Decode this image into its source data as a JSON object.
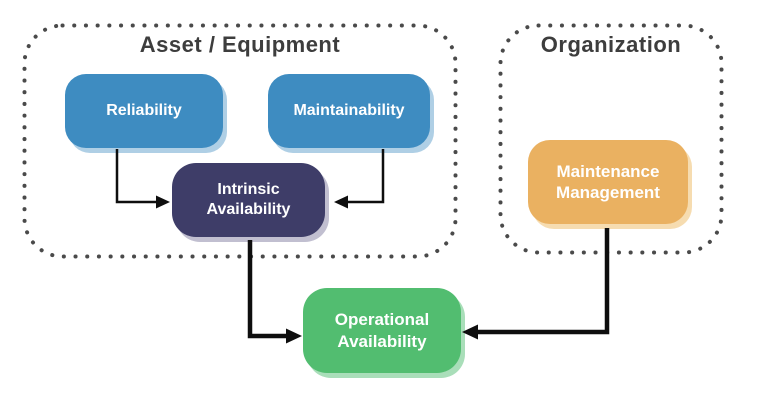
{
  "diagram": {
    "groups": [
      {
        "id": "asset-equipment",
        "title": "Asset / Equipment",
        "nodes": [
          "Reliability",
          "Maintainability",
          "Intrinsic Availability"
        ]
      },
      {
        "id": "organization",
        "title": "Organization",
        "nodes": [
          "Maintenance Management"
        ]
      }
    ],
    "nodes": {
      "reliability": {
        "label": "Reliability",
        "color": "#3E8CC1",
        "text_color": "#FFFFFF"
      },
      "maintainability": {
        "label": "Maintainability",
        "color": "#3E8CC1",
        "text_color": "#FFFFFF"
      },
      "intrinsic_availability": {
        "label": "Intrinsic Availability",
        "color": "#3E3D68",
        "text_color": "#FFFFFF"
      },
      "maintenance_management": {
        "label": "Maintenance Management",
        "color": "#EAB161",
        "text_color": "#FFFFFF"
      },
      "operational_availability": {
        "label": "Operational Availability",
        "color": "#52BD70",
        "text_color": "#FFFFFF"
      }
    },
    "edges": [
      {
        "from": "Reliability",
        "to": "Intrinsic Availability",
        "style": "thin"
      },
      {
        "from": "Maintainability",
        "to": "Intrinsic Availability",
        "style": "thin"
      },
      {
        "from": "Intrinsic Availability",
        "to": "Operational Availability",
        "style": "thick"
      },
      {
        "from": "Maintenance Management",
        "to": "Operational Availability",
        "style": "thick"
      }
    ],
    "colors": {
      "background": "#FFFFFF",
      "group_border_dots": "#4A4A4A",
      "group_title_text": "#3D3D3D",
      "arrow": "#0E0E0E"
    }
  }
}
